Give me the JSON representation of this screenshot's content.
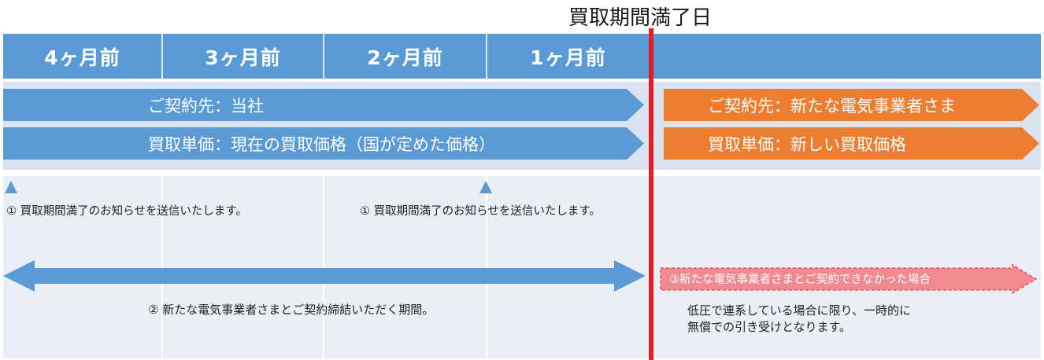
{
  "title": "買取期間満了日",
  "header": {
    "months": [
      "4ヶ月前",
      "3ヶ月前",
      "2ヶ月前",
      "1ヶ月前"
    ]
  },
  "bars": {
    "contract_current": "ご契約先：当社",
    "price_current": "買取単価：現在の買取価格（国が定めた価格）",
    "contract_new": "ご契約先：新たな電気事業者さま",
    "price_new": "買取単価：新しい買取価格"
  },
  "notices": {
    "notice_1": "① 買取期間満了のお知らせを送信いたします。",
    "notice_2": "① 買取期間満了のお知らせを送信いたします。"
  },
  "period_label": "② 新たな電気事業者さまとご契約締結いただく期間。",
  "fallback": {
    "label": "③新たな電気事業者さまとご契約できなかった場合",
    "line1": "低圧で連系している場合に限り、一時的に",
    "line2": "無償での引き受けとなります。"
  },
  "colors": {
    "blue": "#5b9bd5",
    "orange": "#ed7d31",
    "deadline_red": "#e31e24",
    "dashed_pink": "#f08a90"
  }
}
